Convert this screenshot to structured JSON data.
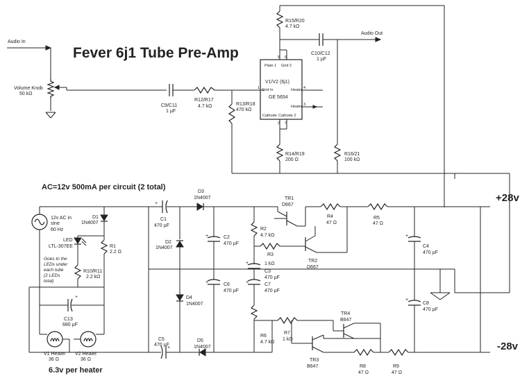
{
  "title": "Fever 6j1 Tube Pre-Amp",
  "supply_note": "AC=12v 500mA per circuit (2 total)",
  "heater_note": "6.3v per heater",
  "rail_pos": "+28v",
  "rail_neg": "-28v",
  "audio_in": "Audio In",
  "audio_out": "Audio Out",
  "volume_knob": {
    "name": "Volume Knob",
    "value": "50 kΩ"
  },
  "leds_note": [
    "Goes to the",
    "LEDs under",
    "each tube",
    "(2 LEDs",
    "total)"
  ],
  "tube": {
    "name": "V1/V2 (6j1)",
    "part": "GE 5654",
    "pin_plate": "Plate 1",
    "pin_grid2": "Grid 2",
    "pin_grid_in": "Grid In",
    "pin_heater1": "Heater",
    "pin_heater2": "Heater",
    "pin_cathode": "Cathode",
    "pin_cathode2": "Cathode 2",
    "pin5": "5",
    "pin6": "6",
    "pin1": "1",
    "pin4": "4",
    "pin3": "3",
    "pin2": "2",
    "pin7": "7"
  },
  "components": {
    "r15": {
      "name": "R15/R20",
      "value": "4.7 kΩ"
    },
    "c10": {
      "name": "C10/C12",
      "value": "1 µF"
    },
    "c9": {
      "name": "C9/C11",
      "value": "1 µF"
    },
    "r12": {
      "name": "R12/R17",
      "value": "4.7 kΩ"
    },
    "r13": {
      "name": "R13/R18",
      "value": "470 kΩ"
    },
    "r14": {
      "name": "R14/R19",
      "value": "200 Ω"
    },
    "r16": {
      "name": "R16/21",
      "value": "100 kΩ"
    },
    "ac_src": {
      "name": "12v AC in",
      "wave": "sine",
      "freq": "60 Hz"
    },
    "d1": {
      "name": "D1",
      "value": "1N4007"
    },
    "led": {
      "name": "LED",
      "value": "LTL-307EE"
    },
    "r1": {
      "name": "R1",
      "value": "2.2 Ω"
    },
    "r10": {
      "name": "R10/R11",
      "value": "2.2 kΩ"
    },
    "c13": {
      "name": "C13",
      "value": "680 µF"
    },
    "v1h": {
      "name": "V1 Heater",
      "value": "36 Ω"
    },
    "v2h": {
      "name": "V2 Heater",
      "value": "36 Ω"
    },
    "c1": {
      "name": "C1",
      "value": "470 µF"
    },
    "d3": {
      "name": "D3",
      "value": "1N4007"
    },
    "d2": {
      "name": "D2",
      "value": "1N4007"
    },
    "c2": {
      "name": "C2",
      "value": "470 µF"
    },
    "c6": {
      "name": "C6",
      "value": "470 µF"
    },
    "d4": {
      "name": "D4",
      "value": "1N4007"
    },
    "c5": {
      "name": "C5",
      "value": "470 µF"
    },
    "d5": {
      "name": "D5",
      "value": "1N4007"
    },
    "r2": {
      "name": "R2",
      "value": "4.7 kΩ"
    },
    "r3": {
      "name": "R3",
      "value": "1 kΩ"
    },
    "c3": {
      "name": "C3",
      "value": "470 µF"
    },
    "c7": {
      "name": "C7",
      "value": "470 µF"
    },
    "r6": {
      "name": "R6",
      "value": "4.7 kΩ"
    },
    "r7": {
      "name": "R7",
      "value": "1 kΩ"
    },
    "tr1": {
      "name": "TR1",
      "value": "D667"
    },
    "tr2": {
      "name": "TR2",
      "value": "D667"
    },
    "r4": {
      "name": "R4",
      "value": "47 Ω"
    },
    "r5": {
      "name": "R5",
      "value": "47 Ω"
    },
    "c4": {
      "name": "C4",
      "value": "470 µF"
    },
    "c8": {
      "name": "C8",
      "value": "470 µF"
    },
    "tr4": {
      "name": "TR4",
      "value": "B647"
    },
    "tr3": {
      "name": "TR3",
      "value": "B647"
    },
    "r8": {
      "name": "R8",
      "value": "47 Ω"
    },
    "r9": {
      "name": "R9",
      "value": "47 Ω"
    }
  }
}
